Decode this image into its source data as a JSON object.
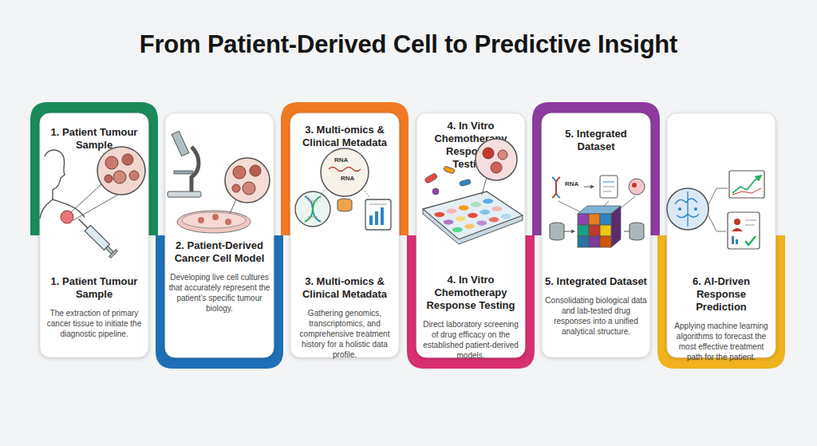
{
  "diagram": {
    "title": "From Patient-Derived Cell to Predictive Insight",
    "nodes": [
      {
        "text": [
          "1. Patient Tumour Sample",
          "1. Patient Tumour Sample",
          "The extraction of primary cancer tissue to initiate the diagnostic pipeline."
        ]
      },
      {
        "text": [
          "2. Patient-Derived Cancer Cell Model",
          "Developing live cell cultures that accurately represent the patient’s specific tumour biology."
        ]
      },
      {
        "text": [
          "3. Multi-omics & Clinical Metadata",
          "3. Multi-omics & Clinical Metadata",
          "Gathering genomics, transcriptomics, and comprehensive treatment history for a holistic data profile."
        ]
      },
      {
        "text": [
          "4. In Vitro Chemotherapy Response Testing",
          "4. In Vitro Chemotherapy Response Testing",
          "Direct laboratory screening of drug efficacy on the established patient-derived models."
        ]
      },
      {
        "text": [
          "5. Integrated Dataset",
          "5. Integrated Dataset",
          "Consolidating biological data and lab-tested drug responses into a unified analytical structure."
        ]
      },
      {
        "text": [
          "6. AI-Driven Response Prediction",
          "Applying machine learning algorithms to forecast the most effective treatment path for the patient."
        ]
      }
    ],
    "labels": [
      "RNA",
      "RNA",
      "RNA"
    ]
  }
}
